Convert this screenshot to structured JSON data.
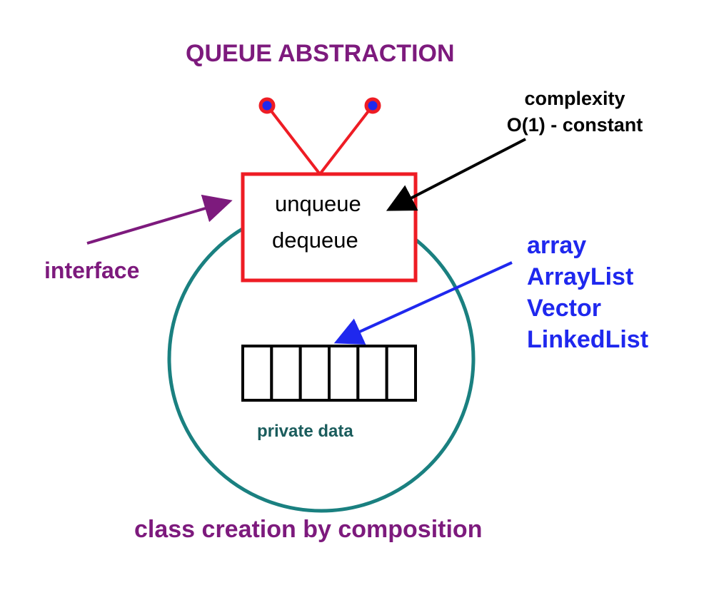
{
  "title": "QUEUE ABSTRACTION",
  "complexity": {
    "line1": "complexity",
    "line2": "O(1) - constant"
  },
  "interface_box": {
    "methods": [
      "unqueue",
      "dequeue"
    ]
  },
  "interface_label": "interface",
  "implementations": [
    "array",
    "ArrayList",
    "Vector",
    "LinkedList"
  ],
  "private_data_label": "private data",
  "caption": "class creation by composition",
  "data_cells": 6,
  "colors": {
    "title": "#7d1a7d",
    "box_border": "#ee1c24",
    "antenna_tip": "#1f28ee",
    "circle": "#1a8080",
    "implementations": "#1f28ee",
    "private_data": "#1a5c5c",
    "arrows_interface": "#7d1a7d",
    "arrows_impl": "#1f28ee",
    "arrows_complexity": "#000000"
  }
}
